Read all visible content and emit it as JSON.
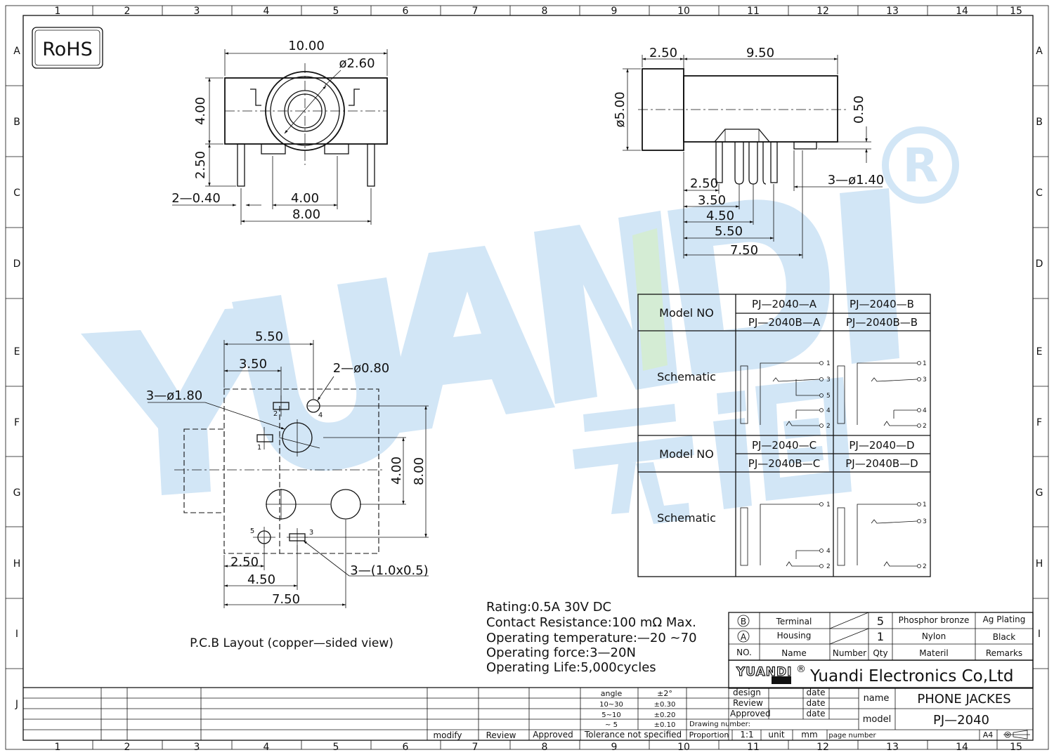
{
  "frame": {
    "col_numbers": [
      "1",
      "2",
      "3",
      "4",
      "5",
      "6",
      "7",
      "8",
      "9",
      "10",
      "11",
      "12",
      "13",
      "14",
      "15"
    ],
    "row_letters": [
      "A",
      "B",
      "C",
      "D",
      "E",
      "F",
      "G",
      "H",
      "I",
      "J"
    ]
  },
  "rohs_label": "RoHS",
  "registered_mark": "®",
  "front_view": {
    "dim_width": "10.00",
    "dim_hole": "ø2.60",
    "dim_height": "4.00",
    "dim_pin_length": "2.50",
    "dim_pin_width": "2—0.40",
    "dim_tab_span": "4.00",
    "dim_pin_span": "8.00"
  },
  "side_view": {
    "dim_head": "2.50",
    "dim_body": "9.50",
    "dim_diameter": "ø5.00",
    "dim_offset": "0.50",
    "dim_pins": "3—ø1.40",
    "dim_pos_list": [
      "2.50",
      "3.50",
      "4.50",
      "5.50",
      "7.50"
    ]
  },
  "pcb_layout": {
    "dim_top_1": "5.50",
    "dim_top_2": "3.50",
    "dim_small_holes": "2—ø0.80",
    "dim_large_holes": "3—ø1.80",
    "dim_v_inner": "4.00",
    "dim_v_outer": "8.00",
    "dim_slots": "3—(1.0x0.5)",
    "dim_bot_1": "2.50",
    "dim_bot_2": "4.50",
    "dim_bot_3": "7.50",
    "pin_labels": [
      "1",
      "2",
      "3",
      "4",
      "5"
    ],
    "caption": "P.C.B Layout (copper—sided view)"
  },
  "model_table": {
    "model_label": "Model NO",
    "schematic_label": "Schematic",
    "row1_models": [
      [
        "PJ—2040—A",
        "PJ—2040B—A"
      ],
      [
        "PJ—2040—B",
        "PJ—2040B—B"
      ]
    ],
    "row2_models": [
      [
        "PJ—2040—C",
        "PJ—2040B—C"
      ],
      [
        "PJ—2040—D",
        "PJ—2040B—D"
      ]
    ],
    "pin_numbers": [
      "1",
      "2",
      "3",
      "4",
      "5"
    ]
  },
  "specs": [
    "Rating:0.5A 30V DC",
    "Contact Resistance:100 mΩ Max.",
    "Operating temperature:—20 ~70",
    "Operating force:3—20N",
    "Operating Life:5,000cycles"
  ],
  "bom": {
    "rows": [
      {
        "no": "B",
        "name": "Terminal",
        "number": "",
        "qty": "5",
        "material": "Phosphor bronze",
        "remarks": "Ag Plating"
      },
      {
        "no": "A",
        "name": "Housing",
        "number": "",
        "qty": "1",
        "material": "Nylon",
        "remarks": "Black"
      }
    ],
    "header": {
      "no": "NO.",
      "name": "Name",
      "number": "Number",
      "qty": "Qty",
      "material": "Materil",
      "remarks": "Remarks"
    }
  },
  "company": {
    "logo_text": "YUANDI",
    "name": "Yuandi Electronics Co,Ltd"
  },
  "title_block": {
    "design": "design",
    "review": "Review",
    "approved": "Approved",
    "date": "date",
    "name_label": "name",
    "name_value": "PHONE JACKES",
    "model_label": "model",
    "model_value": "PJ—2040",
    "drawing_number": "Drawing number:",
    "proportion": "Proportion",
    "scale": "1:1",
    "unit": "unit",
    "unit_value": "mm",
    "page_number": "page number",
    "paper": "A4"
  },
  "tolerance": {
    "rows": [
      {
        "range": "angle",
        "value": "±2°"
      },
      {
        "range": "10~30",
        "value": "±0.30"
      },
      {
        "range": "5~10",
        "value": "±0.20"
      },
      {
        "range": "~ 5",
        "value": "±0.10"
      }
    ],
    "footer": "Tolerance not specified"
  },
  "revision": {
    "modify": "modify",
    "review": "Review",
    "approved": "Approved"
  },
  "colors": {
    "watermark_blue": "#cfe4f5",
    "watermark_green": "#d4ecd4",
    "line": "#111111"
  }
}
